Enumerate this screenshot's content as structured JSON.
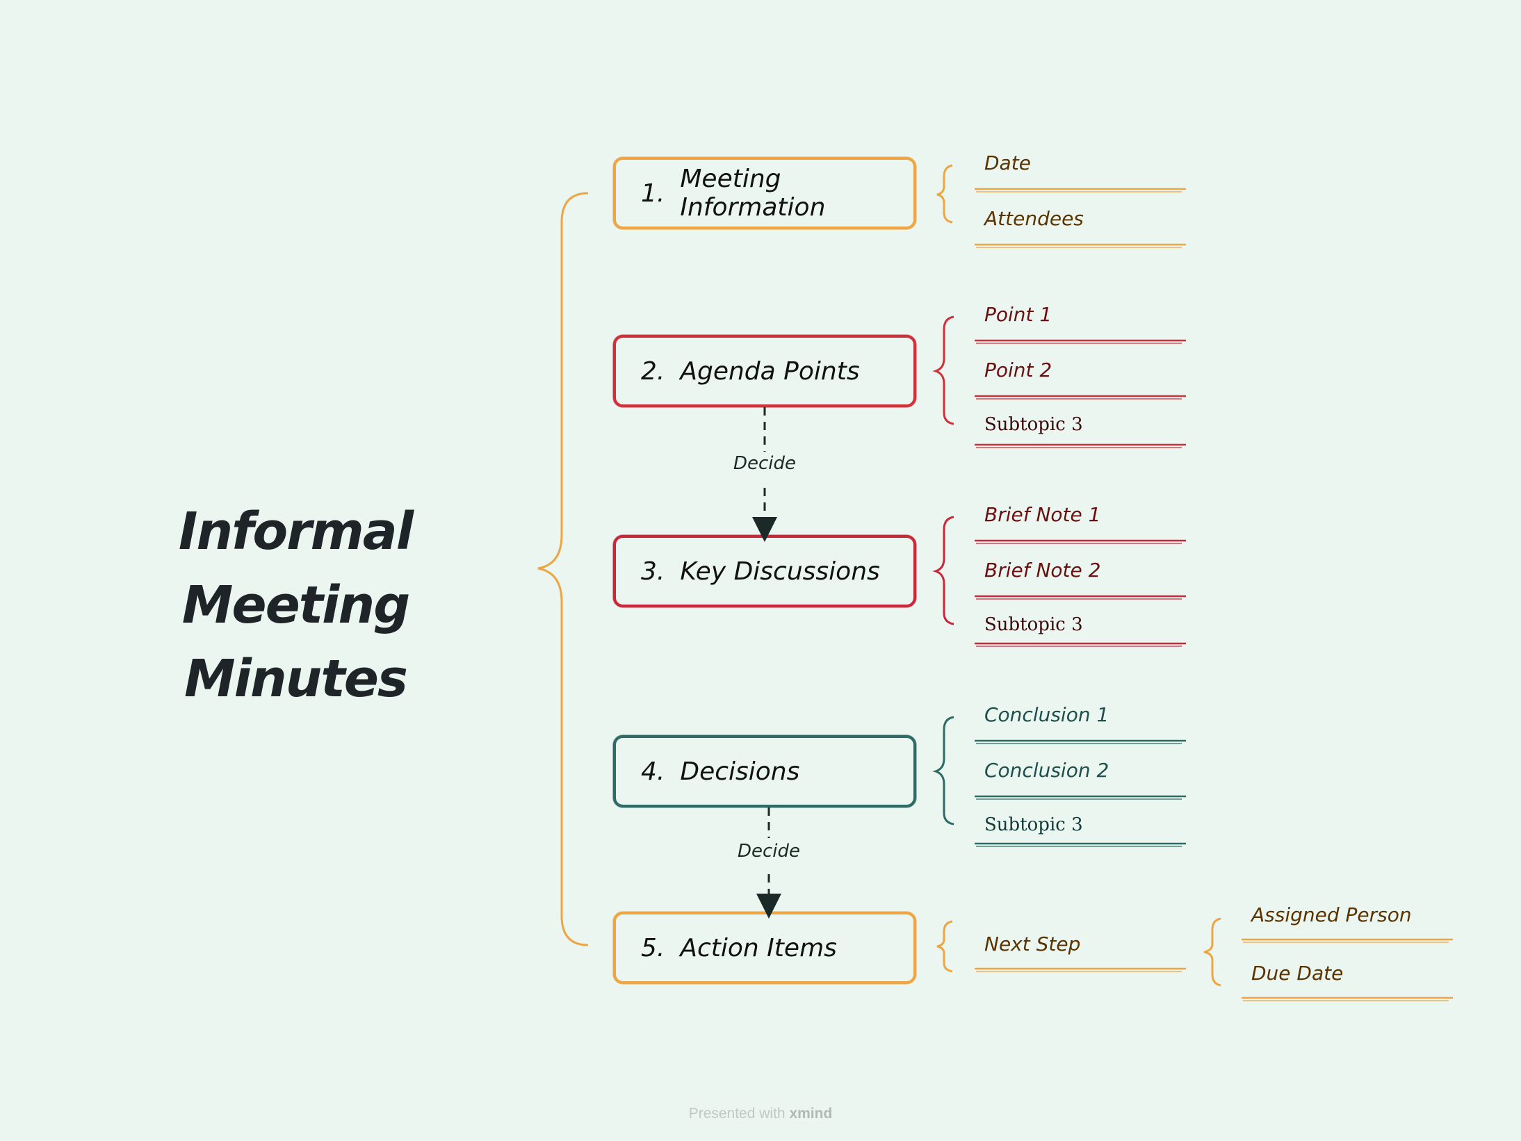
{
  "colors": {
    "background": "#eaf6ef",
    "orange": "#eea544",
    "red": "#d0303a",
    "teal": "#2e6b66",
    "text_dark": "#1e2427",
    "text_brown": "#5a3300",
    "text_maroon": "#6b1010",
    "text_teal": "#1f4f4c"
  },
  "root": {
    "title_line1": "Informal",
    "title_line2": "Meeting Minutes"
  },
  "topics": [
    {
      "number": "1.",
      "label": "Meeting Information",
      "color": "orange",
      "subtopics": [
        "Date",
        "Attendees"
      ]
    },
    {
      "number": "2.",
      "label": "Agenda Points",
      "color": "red",
      "subtopics": [
        "Point 1",
        "Point 2",
        "Subtopic 3"
      ]
    },
    {
      "number": "3.",
      "label": "Key Discussions",
      "color": "red",
      "subtopics": [
        "Brief Note 1",
        "Brief Note 2",
        "Subtopic 3"
      ]
    },
    {
      "number": "4.",
      "label": "Decisions",
      "color": "teal",
      "subtopics": [
        "Conclusion 1",
        "Conclusion 2",
        "Subtopic 3"
      ]
    },
    {
      "number": "5.",
      "label": "Action Items",
      "color": "orange",
      "subtopics": [
        "Next Step"
      ],
      "next_step_children": [
        "Assigned Person",
        "Due Date"
      ]
    }
  ],
  "relationships": [
    {
      "from": "Agenda Points",
      "to": "Key Discussions",
      "label": "Decide"
    },
    {
      "from": "Decisions",
      "to": "Action Items",
      "label": "Decide"
    }
  ],
  "footer": {
    "prefix": "Presented with",
    "brand": "xmind"
  }
}
